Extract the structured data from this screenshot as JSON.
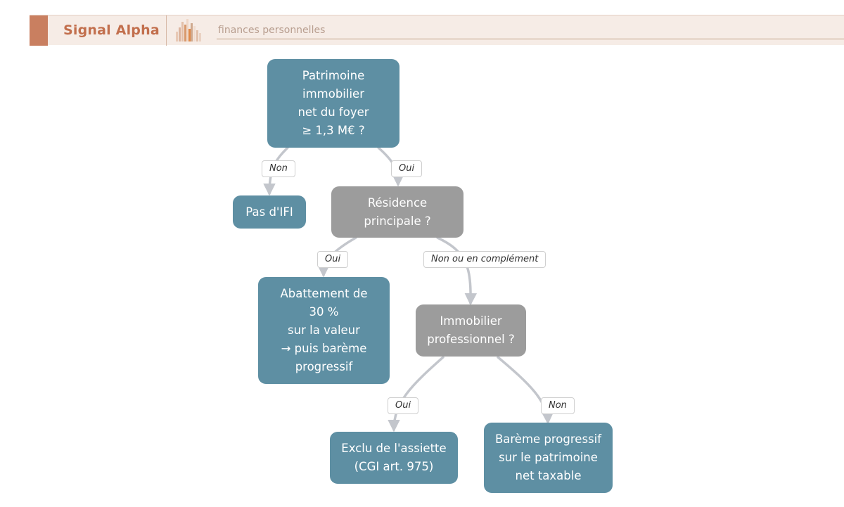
{
  "header": {
    "brand": "Signal Alpha",
    "tagline": "finances personnelles",
    "logo_icon": "bar-chart-logo-icon",
    "colors": {
      "accent": "#c97f60",
      "brand_text": "#c26f4d",
      "background": "#f6ece6"
    }
  },
  "diagram": {
    "colors": {
      "decision_node": "#9c9c9c",
      "outcome_node": "#5e8fa3",
      "edge": "#c3c6cc"
    },
    "nodes": {
      "patrimoine": {
        "lines": [
          "Patrimoine",
          "immobilier",
          "net du foyer",
          "≥ 1,3 M€ ?"
        ]
      },
      "pas_ifi": {
        "lines": [
          "Pas d'IFI"
        ]
      },
      "residence": {
        "lines": [
          "Résidence",
          "principale ?"
        ]
      },
      "abattement": {
        "lines": [
          "Abattement de",
          "30 %",
          "sur la valeur",
          "→ puis barème",
          "progressif"
        ]
      },
      "immobilier_pro": {
        "lines": [
          "Immobilier",
          "professionnel ?"
        ]
      },
      "exclu": {
        "lines": [
          "Exclu de l'assiette",
          "(CGI art. 975)"
        ]
      },
      "bareme": {
        "lines": [
          "Barème progressif",
          "sur le patrimoine",
          "net taxable"
        ]
      }
    },
    "edges": {
      "patrimoine_pas_ifi": "Non",
      "patrimoine_residence": "Oui",
      "residence_abattement": "Oui",
      "residence_immobilier_pro": "Non ou en complément",
      "immobilier_pro_exclu": "Oui",
      "immobilier_pro_bareme": "Non"
    }
  }
}
